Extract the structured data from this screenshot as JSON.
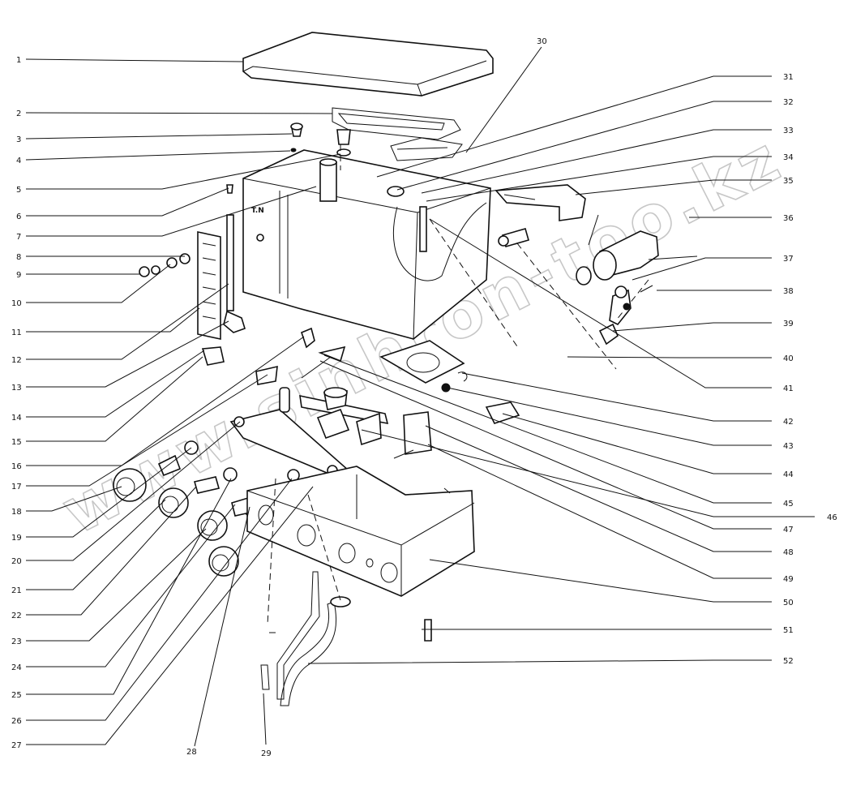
{
  "watermark": "www.sinhron-too.kz",
  "corner_mark": "",
  "callouts": [
    {
      "id": 1,
      "text": "1"
    },
    {
      "id": 2,
      "text": "2"
    },
    {
      "id": 3,
      "text": "3"
    },
    {
      "id": 4,
      "text": "4"
    },
    {
      "id": 5,
      "text": "5"
    },
    {
      "id": 6,
      "text": "6"
    },
    {
      "id": 7,
      "text": "7"
    },
    {
      "id": 8,
      "text": "8"
    },
    {
      "id": 9,
      "text": "9"
    },
    {
      "id": 10,
      "text": "10"
    },
    {
      "id": 11,
      "text": "11"
    },
    {
      "id": 12,
      "text": "12"
    },
    {
      "id": 13,
      "text": "13"
    },
    {
      "id": 14,
      "text": "14"
    },
    {
      "id": 15,
      "text": "15"
    },
    {
      "id": 16,
      "text": "16"
    },
    {
      "id": 17,
      "text": "17"
    },
    {
      "id": 18,
      "text": "18"
    },
    {
      "id": 19,
      "text": "19"
    },
    {
      "id": 20,
      "text": "20"
    },
    {
      "id": 21,
      "text": "21"
    },
    {
      "id": 22,
      "text": "22"
    },
    {
      "id": 23,
      "text": "23"
    },
    {
      "id": 24,
      "text": "24"
    },
    {
      "id": 25,
      "text": "25"
    },
    {
      "id": 26,
      "text": "26"
    },
    {
      "id": 27,
      "text": "27"
    },
    {
      "id": 28,
      "text": "28"
    },
    {
      "id": 29,
      "text": "29"
    },
    {
      "id": 30,
      "text": "30"
    },
    {
      "id": 31,
      "text": "31"
    },
    {
      "id": 32,
      "text": "32"
    },
    {
      "id": 33,
      "text": "33"
    },
    {
      "id": 34,
      "text": "34"
    },
    {
      "id": 35,
      "text": "35"
    },
    {
      "id": 36,
      "text": "36"
    },
    {
      "id": 37,
      "text": "37"
    },
    {
      "id": 38,
      "text": "38"
    },
    {
      "id": 39,
      "text": "39"
    },
    {
      "id": 40,
      "text": "40"
    },
    {
      "id": 41,
      "text": "41"
    },
    {
      "id": 42,
      "text": "42"
    },
    {
      "id": 43,
      "text": "43"
    },
    {
      "id": 44,
      "text": "44"
    },
    {
      "id": 45,
      "text": "45"
    },
    {
      "id": 46,
      "text": "46"
    },
    {
      "id": 47,
      "text": "47"
    },
    {
      "id": 48,
      "text": "48"
    },
    {
      "id": 49,
      "text": "49"
    },
    {
      "id": 50,
      "text": "50"
    },
    {
      "id": 51,
      "text": "51"
    },
    {
      "id": 52,
      "text": "52"
    }
  ]
}
